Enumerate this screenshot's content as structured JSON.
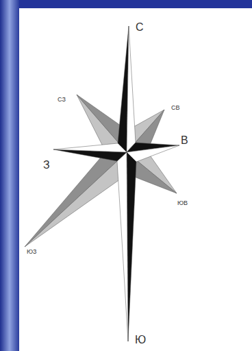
{
  "diagram": {
    "labels": [
      "С",
      "СЗ",
      "СВ",
      "В",
      "З",
      "ЮВ",
      "ЮЗ",
      "Ю"
    ]
  }
}
